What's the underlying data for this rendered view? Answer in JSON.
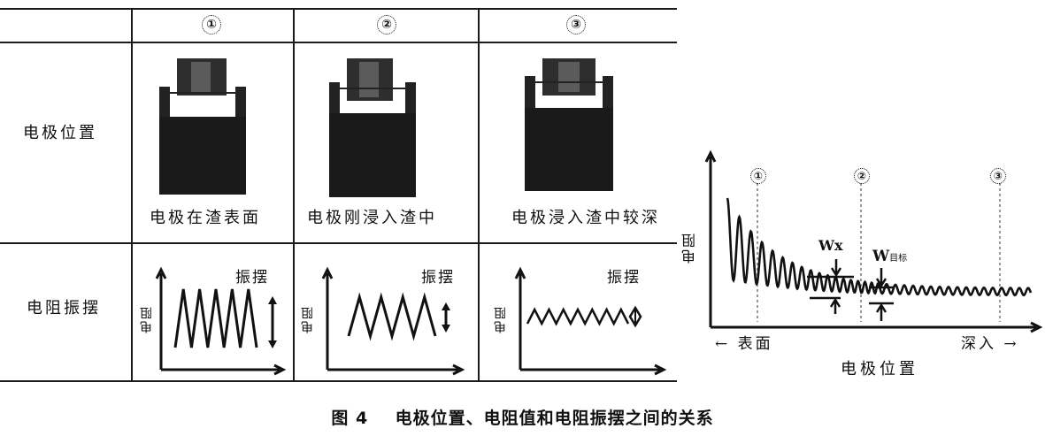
{
  "table": {
    "columns": [
      "①",
      "②",
      "③"
    ],
    "rows": [
      {
        "label": "电极位置",
        "cells": [
          "电极在渣表面",
          "电极刚浸入渣中",
          "电极浸入渣中较深"
        ]
      },
      {
        "label": "电阻振摆",
        "cells": [
          "振摆",
          "振摆",
          "振摆"
        ]
      }
    ],
    "mini_chart_ylabel": "电阻",
    "mini_chart_amplitudes": [
      "large",
      "medium",
      "small"
    ]
  },
  "right_chart": {
    "ylabel": "电阻",
    "xlabel": "电极位置",
    "x_left_label": "表面",
    "x_right_label": "深入",
    "markers": [
      "①",
      "②",
      "③"
    ],
    "annotation_wx": "Wx",
    "annotation_wtarget_main": "W",
    "annotation_wtarget_sub": "目标"
  },
  "caption": {
    "figure_no": "图 4",
    "title": "电极位置、电阻值和电阻振摆之间的关系"
  },
  "colors": {
    "ink": "#111111",
    "electrode_fill": "#3a3a3a",
    "background": "#ffffff"
  }
}
